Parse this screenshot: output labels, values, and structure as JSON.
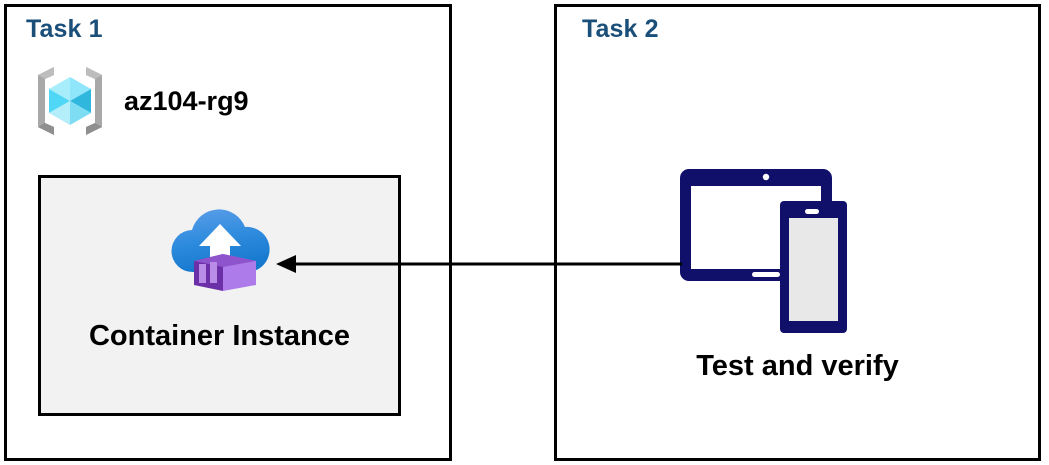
{
  "diagram": {
    "background_color": "#FFFFFF",
    "panels": [
      {
        "id": "task1",
        "title": "Task 1",
        "title_color": "#1A4F7A",
        "border_color": "#000000",
        "resource_group": {
          "icon": "azure-resource-group-icon",
          "label": "az104-rg9",
          "icon_colors": {
            "bracket": "#A0A0A0",
            "cube_light": "#9CEAFA",
            "cube_mid": "#4FD7F5",
            "cube_dark": "#2AA8CC"
          }
        },
        "resource_box": {
          "label": "Container Instance",
          "icon": "azure-container-instance-icon",
          "fill_color": "#F2F2F2",
          "border_color": "#000000",
          "icon_colors": {
            "cloud_top": "#5B9BE8",
            "cloud_bottom": "#1B80D4",
            "arrow": "#FFFFFF",
            "container_light": "#AE7CEA",
            "container_dark": "#6B2FA8"
          }
        }
      },
      {
        "id": "task2",
        "title": "Task 2",
        "title_color": "#1A4F7A",
        "border_color": "#000000",
        "device": {
          "icon": "tablet-and-phone-icon",
          "label": "Test and verify",
          "icon_colors": {
            "frame": "#10106B",
            "tablet_screen": "#FFFFFF",
            "phone_screen": "#E8E8E8"
          }
        }
      }
    ],
    "connector": {
      "name": "flow-arrow",
      "direction": "right-to-left",
      "from": "Test and verify",
      "to": "Container Instance",
      "color": "#000000"
    }
  }
}
